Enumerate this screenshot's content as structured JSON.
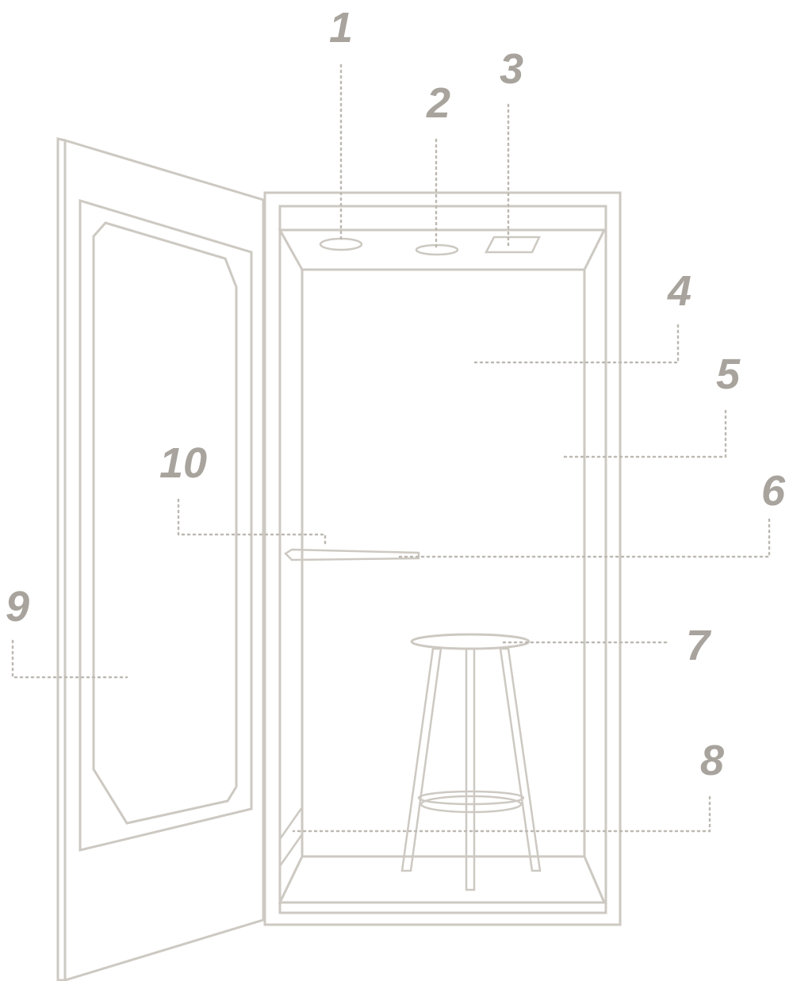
{
  "diagram": {
    "colors": {
      "line": "#cdc9c2",
      "leader": "#bdb9b2",
      "label": "#a8a49d"
    },
    "callouts": [
      {
        "id": "1",
        "label": "1"
      },
      {
        "id": "2",
        "label": "2"
      },
      {
        "id": "3",
        "label": "3"
      },
      {
        "id": "4",
        "label": "4"
      },
      {
        "id": "5",
        "label": "5"
      },
      {
        "id": "6",
        "label": "6"
      },
      {
        "id": "7",
        "label": "7"
      },
      {
        "id": "8",
        "label": "8"
      },
      {
        "id": "9",
        "label": "9"
      },
      {
        "id": "10",
        "label": "10"
      }
    ]
  }
}
